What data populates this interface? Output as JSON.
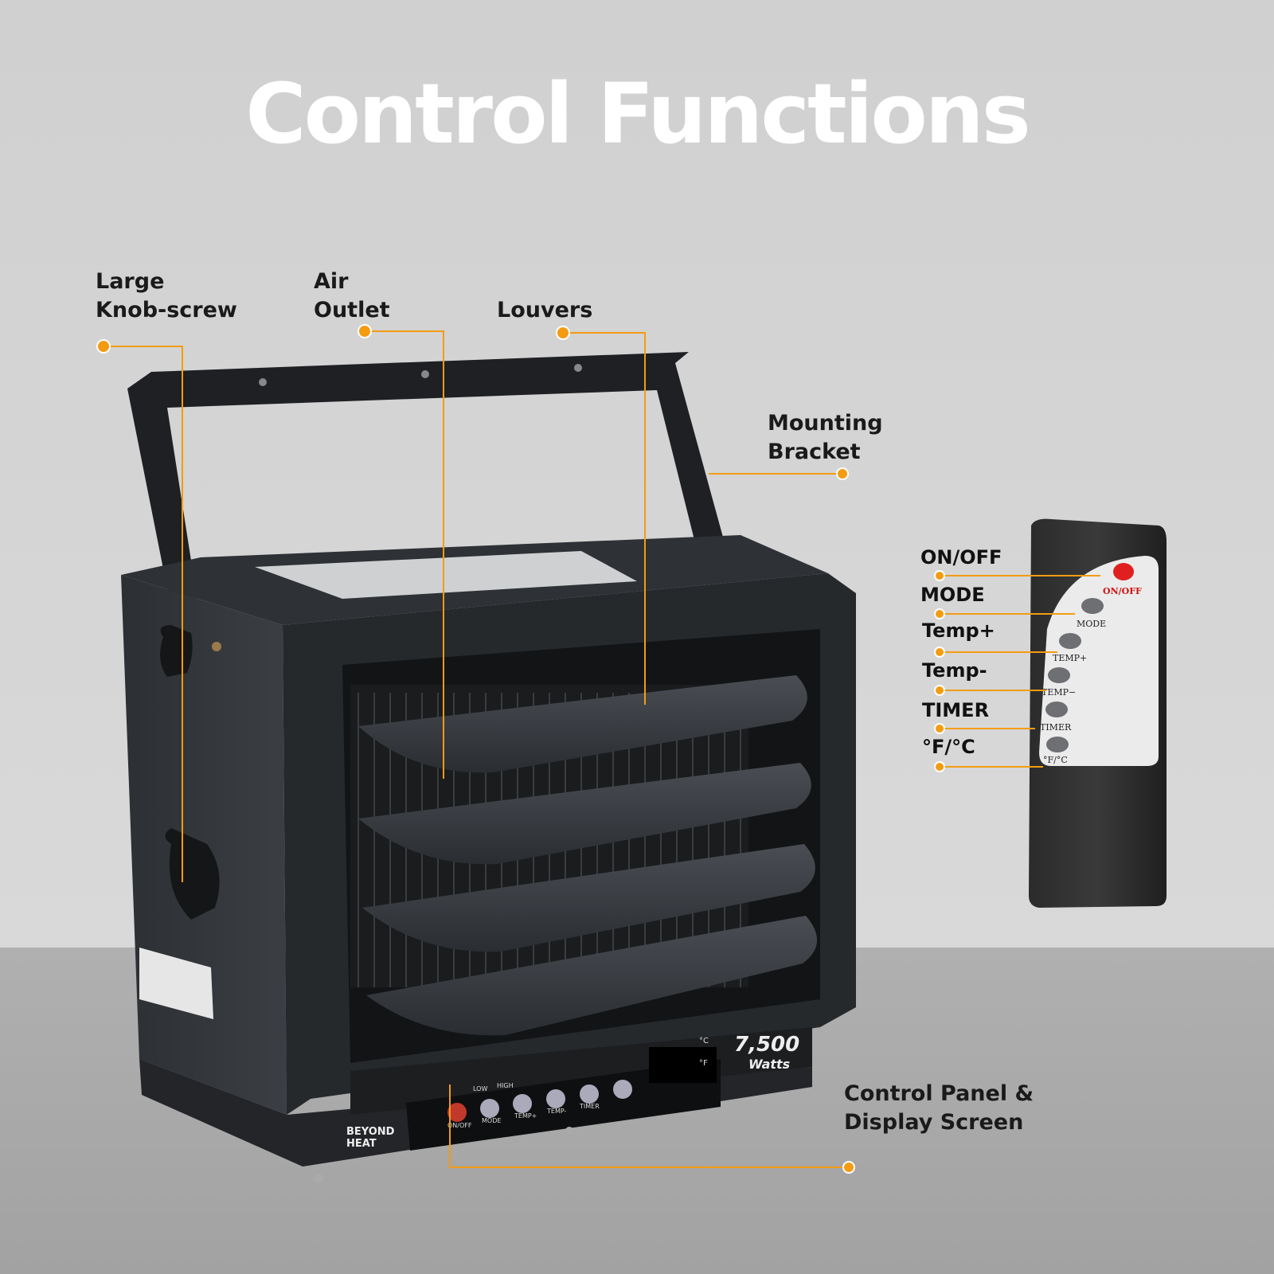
{
  "title": "Control Functions",
  "callouts": {
    "knob": [
      "Large",
      "Knob-screw"
    ],
    "outlet": [
      "Air",
      "Outlet"
    ],
    "louvers": "Louvers",
    "bracket": [
      "Mounting",
      "Bracket"
    ],
    "panel": [
      "Control Panel &",
      "Display Screen"
    ]
  },
  "remote_labels": [
    "ON/OFF",
    "MODE",
    "Temp+",
    "Temp-",
    "TIMER",
    "°F/°C"
  ],
  "remote_buttons": [
    "ON/OFF",
    "MODE",
    "TEMP+",
    "TEMP−",
    "TIMER",
    "°F/°C"
  ],
  "heater": {
    "brand": [
      "BEYOND",
      "HEAT"
    ],
    "power": "7,500",
    "power_unit": "Watts",
    "panel_buttons": [
      "ON/OFF",
      "MODE",
      "TEMP+",
      "TEMP-",
      "TIMER"
    ],
    "panel_indicators": [
      "LOW",
      "HIGH"
    ],
    "display_units": [
      "°C",
      "°F"
    ]
  },
  "accent_color": "#f39c12"
}
